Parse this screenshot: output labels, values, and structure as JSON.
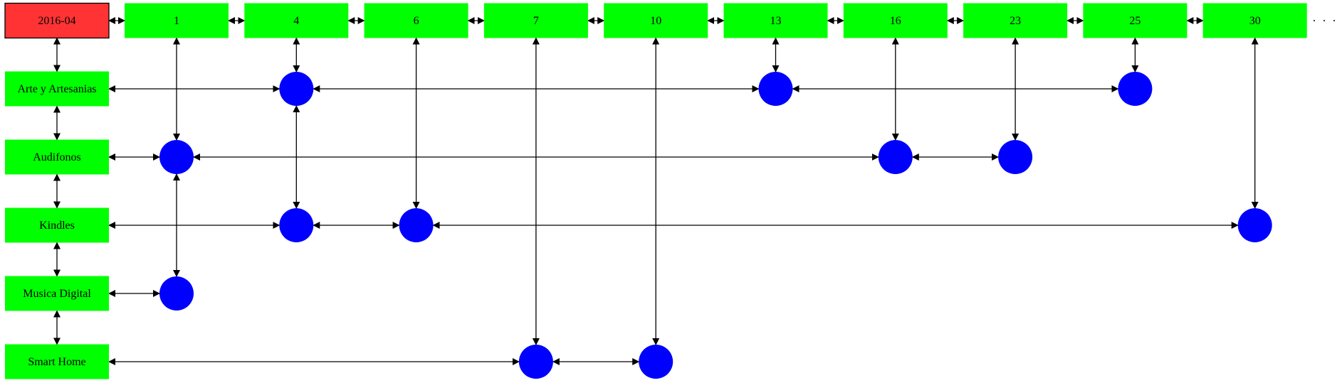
{
  "root": {
    "label": "2016-04",
    "color": "#ff3333"
  },
  "days": [
    "1",
    "4",
    "6",
    "7",
    "10",
    "13",
    "16",
    "23",
    "25",
    "30"
  ],
  "categories": [
    "Arte y Artesanias",
    "Audifonos",
    "Kindles",
    "Musica Digital",
    "Smart Home"
  ],
  "entries": {
    "Arte y Artesanias": [
      "4",
      "13",
      "25"
    ],
    "Audifonos": [
      "1",
      "16",
      "23"
    ],
    "Kindles": [
      "4",
      "6",
      "30"
    ],
    "Musica Digital": [
      "1"
    ],
    "Smart Home": [
      "7",
      "10"
    ]
  },
  "colors": {
    "header": "#00ff00",
    "point": "#0000ff",
    "edge": "#000000"
  }
}
